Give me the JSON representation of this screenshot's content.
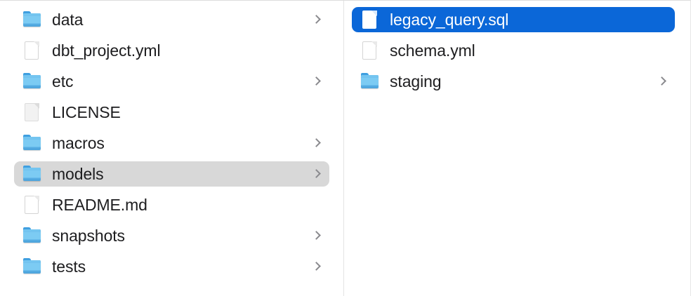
{
  "window": {
    "app": "Finder",
    "view_mode": "column"
  },
  "columns": [
    {
      "name": "project-root-column",
      "items": [
        {
          "label": "data",
          "kind": "folder",
          "icon": "folder-icon",
          "has_chevron": true,
          "selected": false
        },
        {
          "label": "dbt_project.yml",
          "kind": "file",
          "icon": "document-icon",
          "has_chevron": false,
          "selected": false
        },
        {
          "label": "etc",
          "kind": "folder",
          "icon": "folder-icon",
          "has_chevron": true,
          "selected": false
        },
        {
          "label": "LICENSE",
          "kind": "file-plain",
          "icon": "document-plain-icon",
          "has_chevron": false,
          "selected": false
        },
        {
          "label": "macros",
          "kind": "folder",
          "icon": "folder-icon",
          "has_chevron": true,
          "selected": false
        },
        {
          "label": "models",
          "kind": "folder",
          "icon": "folder-icon",
          "has_chevron": true,
          "selected": true
        },
        {
          "label": "README.md",
          "kind": "file",
          "icon": "document-icon",
          "has_chevron": false,
          "selected": false
        },
        {
          "label": "snapshots",
          "kind": "folder",
          "icon": "folder-icon",
          "has_chevron": true,
          "selected": false
        },
        {
          "label": "tests",
          "kind": "folder",
          "icon": "folder-icon",
          "has_chevron": true,
          "selected": false
        }
      ]
    },
    {
      "name": "models-column",
      "items": [
        {
          "label": "legacy_query.sql",
          "kind": "file",
          "icon": "document-icon",
          "has_chevron": false,
          "selected": true
        },
        {
          "label": "schema.yml",
          "kind": "file",
          "icon": "document-icon",
          "has_chevron": false,
          "selected": false
        },
        {
          "label": "staging",
          "kind": "folder",
          "icon": "folder-icon",
          "has_chevron": true,
          "selected": false
        }
      ]
    }
  ],
  "selection": {
    "active_item": "legacy_query.sql",
    "parent_item": "models",
    "active_highlight_color": "#0b67d8",
    "inactive_highlight_color": "#d8d8d8",
    "selected_text_color": "#ffffff",
    "text_color": "#1d1d1f",
    "folder_color": "#7ccbf3",
    "chevron_color": "#8a8a8e"
  }
}
